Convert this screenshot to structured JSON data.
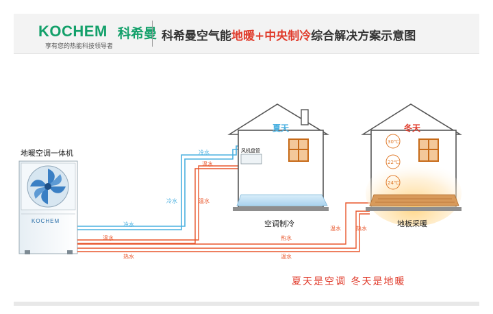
{
  "header": {
    "logo_en": "KOCHEM",
    "logo_cn": "科希曼",
    "tagline": "享有您的热能科技领导者",
    "title_prefix": "科希曼空气能",
    "title_highlight": "地暖+中央制冷",
    "title_suffix": "综合解决方案示意图"
  },
  "unit": {
    "label": "地暖空调一体机",
    "brand": "KOCHEM"
  },
  "summer_house": {
    "season": "夏天",
    "fan_coil_label": "风机盘管",
    "caption": "空调制冷"
  },
  "winter_house": {
    "season": "冬天",
    "caption": "地板采暖",
    "temps": [
      "30℃",
      "22℃",
      "24℃"
    ]
  },
  "pipes": {
    "cold_water": "冷水",
    "warm_water": "温水",
    "hot_water": "热水"
  },
  "slogan": "夏天是空调  冬天是地暖",
  "colors": {
    "brand_green": "#13a06a",
    "accent_red": "#e03a2a",
    "cold_pipe": "#4ab0e0",
    "hot_pipe": "#e8552a",
    "house_stroke": "#555555"
  }
}
